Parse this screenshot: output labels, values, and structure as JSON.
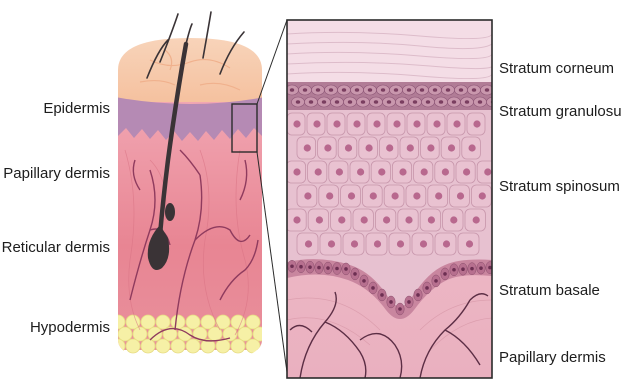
{
  "left_labels": {
    "epidermis": "Epidermis",
    "papillary_dermis": "Papillary dermis",
    "reticular_dermis": "Reticular dermis",
    "hypodermis": "Hypodermis"
  },
  "right_labels": {
    "stratum_corneum": "Stratum corneum",
    "stratum_granulosum": "Stratum granulosum",
    "stratum_spinosum": "Stratum spinosum",
    "stratum_basale": "Stratum basale",
    "papillary_dermis": "Papillary dermis"
  },
  "colors": {
    "corneum": "#f4dde6",
    "granulosum": "#b17c96",
    "spinosum_cell": "#e9c2d1",
    "nucleus": "#b8688e",
    "basale": "#c9869f",
    "dermis": "#eeb6c4",
    "epidermis_block": "#f7c9a9",
    "purple_band": "#b58ab4",
    "reticular": "#e88b9a",
    "hypodermis": "#f6f0a6",
    "hair": "#3a3336"
  }
}
